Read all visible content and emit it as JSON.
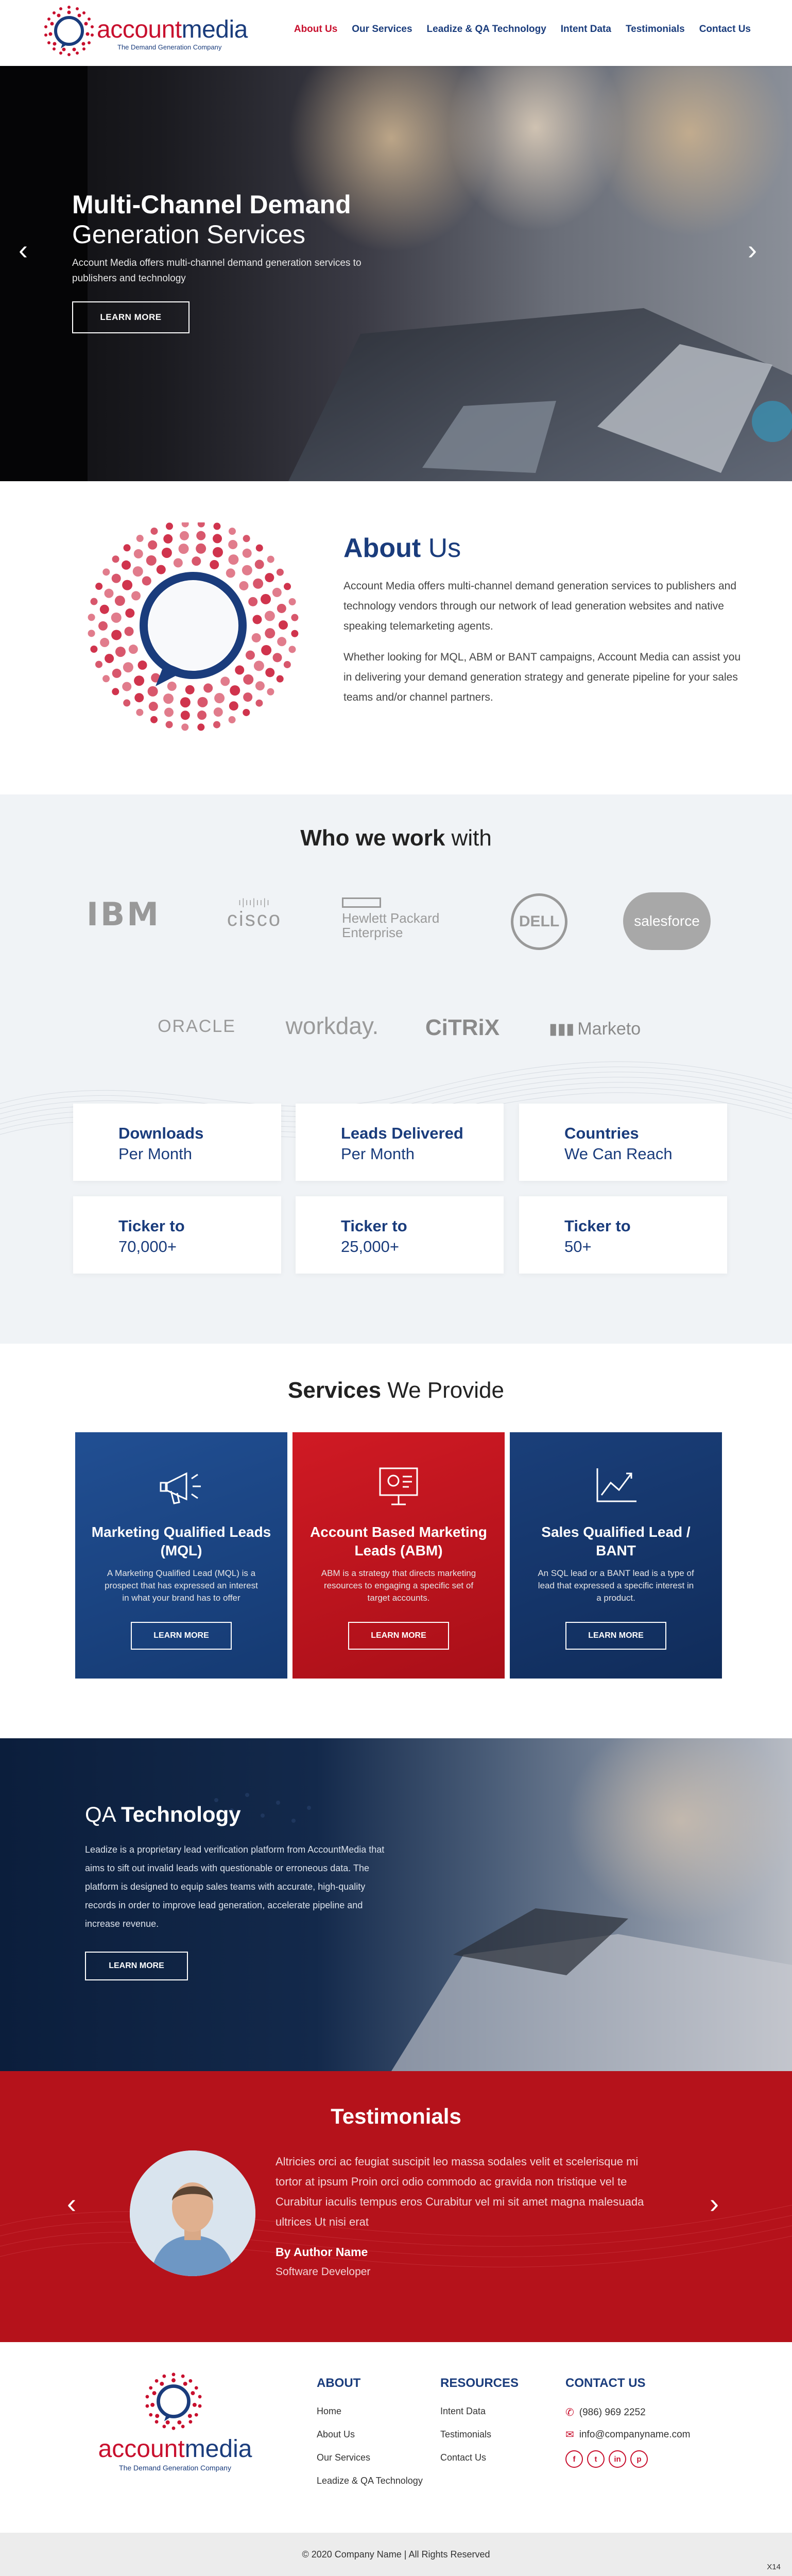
{
  "brand": {
    "name_account": "account",
    "name_media": "media",
    "tagline": "The Demand Generation Company",
    "colors": {
      "red": "#c8102e",
      "navy": "#1a3c7c"
    }
  },
  "nav": {
    "items": [
      "About Us",
      "Our Services",
      "Leadize & QA Technology",
      "Intent Data",
      "Testimonials",
      "Contact Us"
    ],
    "active_index": 0
  },
  "hero": {
    "title_bold": "Multi-Channel Demand",
    "title_regular": "Generation Services",
    "description": "Account Media offers multi-channel demand generation services to publishers and technology",
    "button": "LEARN MORE",
    "prev_icon": "chevron-left-icon",
    "next_icon": "chevron-right-icon"
  },
  "about": {
    "title_bold": "About",
    "title_regular": "Us",
    "para1": "Account Media offers multi-channel demand generation services to publishers and technology vendors through our network of lead generation websites and native speaking telemarketing agents.",
    "para2": "Whether looking for MQL, ABM or BANT campaigns, Account Media can assist you in delivering your demand generation strategy and generate pipeline for your sales teams and/or channel partners."
  },
  "who": {
    "title_bold": "Who we work",
    "title_regular": "with",
    "partners": [
      "IBM",
      "cisco",
      "Hewlett Packard",
      "Enterprise",
      "DELL",
      "salesforce",
      "ORACLE",
      "workday.",
      "CiTRiX",
      "Marketo"
    ],
    "stats": [
      {
        "line1": "Downloads",
        "line2": "Per Month"
      },
      {
        "line1": "Leads Delivered",
        "line2": "Per Month"
      },
      {
        "line1": "Countries",
        "line2": "We Can Reach"
      },
      {
        "line1": "Ticker to",
        "line2": "70,000+"
      },
      {
        "line1": "Ticker to",
        "line2": "25,000+"
      },
      {
        "line1": "Ticker to",
        "line2": "50+"
      }
    ]
  },
  "services": {
    "title_bold": "Services",
    "title_regular": "We Provide",
    "cards": [
      {
        "title": "Marketing Qualified Leads (MQL)",
        "text": "A Marketing Qualified Lead (MQL) is a prospect that has expressed an interest in what your brand has to offer",
        "button": "LEARN MORE",
        "icon": "megaphone-icon",
        "color": "#1c4a8c"
      },
      {
        "title": "Account Based Marketing Leads (ABM)",
        "text": "ABM is a strategy that directs marketing resources to engaging a specific set of target accounts.",
        "button": "LEARN MORE",
        "icon": "presentation-board-icon",
        "color": "#c3131f"
      },
      {
        "title": "Sales Qualified Lead / BANT",
        "text": "An SQL lead or a BANT lead is a type of lead that expressed a specific interest in a product.",
        "button": "LEARN MORE",
        "icon": "line-chart-icon",
        "color": "#16346a"
      }
    ]
  },
  "qa": {
    "title_regular": "QA",
    "title_bold": "Technology",
    "text": "Leadize is a proprietary lead verification platform from AccountMedia that aims to sift out invalid leads with questionable or erroneous data. The platform is designed to equip sales teams with accurate, high-quality records in order to improve lead generation, accelerate pipeline and increase revenue.",
    "button": "LEARN MORE"
  },
  "testimonials": {
    "title": "Testimonials",
    "quote": "Altricies orci ac feugiat suscipit leo massa sodales velit et scelerisque mi tortor at ipsum Proin orci odio commodo ac gravida non tristique vel te Curabitur iaculis tempus eros Curabitur vel mi sit amet magna malesuada ultrices Ut nisi erat",
    "author": "By Author Name",
    "role": "Software Developer"
  },
  "footer": {
    "about": {
      "title": "ABOUT",
      "links": [
        "Home",
        "About Us",
        "Our Services",
        "Leadize & QA Technology"
      ]
    },
    "resources": {
      "title": "RESOURCES",
      "links": [
        "Intent Data",
        "Testimonials",
        "Contact Us"
      ]
    },
    "contact": {
      "title": "CONTACT US",
      "phone": "(986) 969 2252",
      "email": "info@companyname.com",
      "social": [
        "f",
        "t",
        "in",
        "p"
      ]
    },
    "copyright": "© 2020 Company Name | All Rights Reserved",
    "badge": "X14"
  }
}
